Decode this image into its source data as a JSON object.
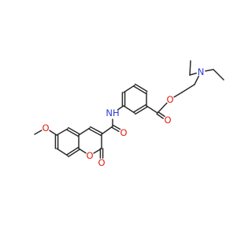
{
  "molecule": {
    "atom_labels": {
      "nitrogen": "N",
      "ester_oxygen": "O",
      "ester_carbonyl_oxygen": "O",
      "amide_nitrogen": "NH",
      "amide_carbonyl_oxygen": "O",
      "methoxy_oxygen": "O",
      "ring_oxygen": "O",
      "lactone_carbonyl_oxygen": "O"
    },
    "colors": {
      "bond": "#2b2b2b",
      "oxygen": "#e8190f",
      "nitrogen": "#2f3cd6"
    }
  }
}
